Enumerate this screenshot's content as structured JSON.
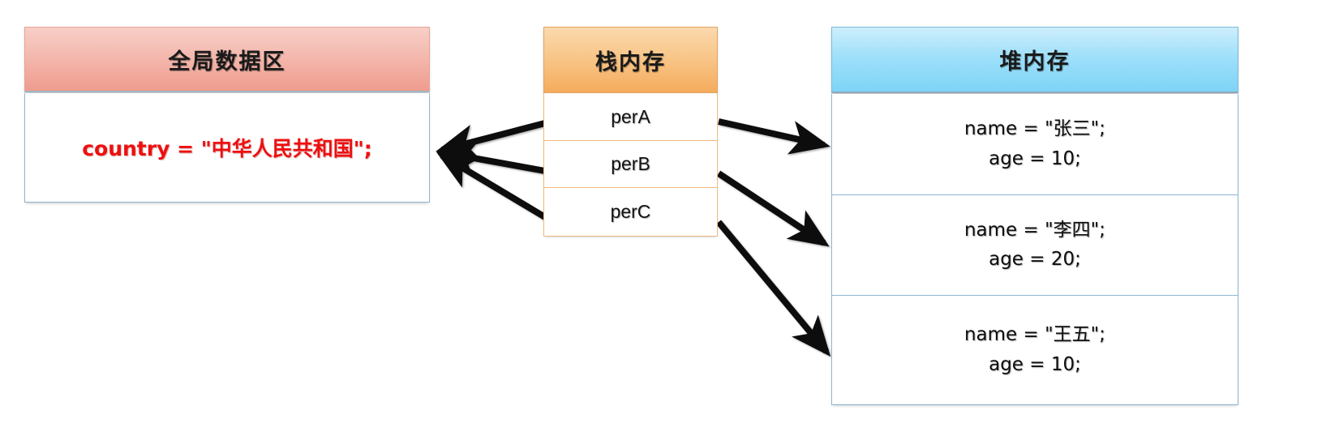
{
  "diagram": {
    "title": "Java memory model: global data area, stack memory and heap memory",
    "background": "#ffffff"
  },
  "global_area": {
    "header_label": "全局数据区",
    "header_color": "#f4b9ae",
    "border_color": "#8fb6d4",
    "content": {
      "text_color": "#ef0f0f",
      "statement": "country = \"中华人民共和国\";"
    }
  },
  "stack_area": {
    "header_label": "栈内存",
    "header_color": "#f8c587",
    "border_color": "#f0b97e",
    "variables": [
      {
        "name": "perA"
      },
      {
        "name": "perB"
      },
      {
        "name": "perC"
      }
    ]
  },
  "heap_area": {
    "header_label": "堆内存",
    "header_color": "#9fe0fa",
    "border_color": "#8fb6d4",
    "objects": [
      {
        "name_line": "name = \"张三\";",
        "age_line": "age = 10;"
      },
      {
        "name_line": "name = \"李四\";",
        "age_line": "age = 20;"
      },
      {
        "name_line": "name = \"王五\";",
        "age_line": "age = 10;"
      }
    ]
  },
  "arrows": {
    "color": "#0a0a0a",
    "to_global": [
      {
        "from": "perA",
        "to": "country"
      },
      {
        "from": "perB",
        "to": "country"
      },
      {
        "from": "perC",
        "to": "country"
      }
    ],
    "to_heap": [
      {
        "from": "perA",
        "to": "object-0"
      },
      {
        "from": "perB",
        "to": "object-1"
      },
      {
        "from": "perC",
        "to": "object-2"
      }
    ]
  }
}
